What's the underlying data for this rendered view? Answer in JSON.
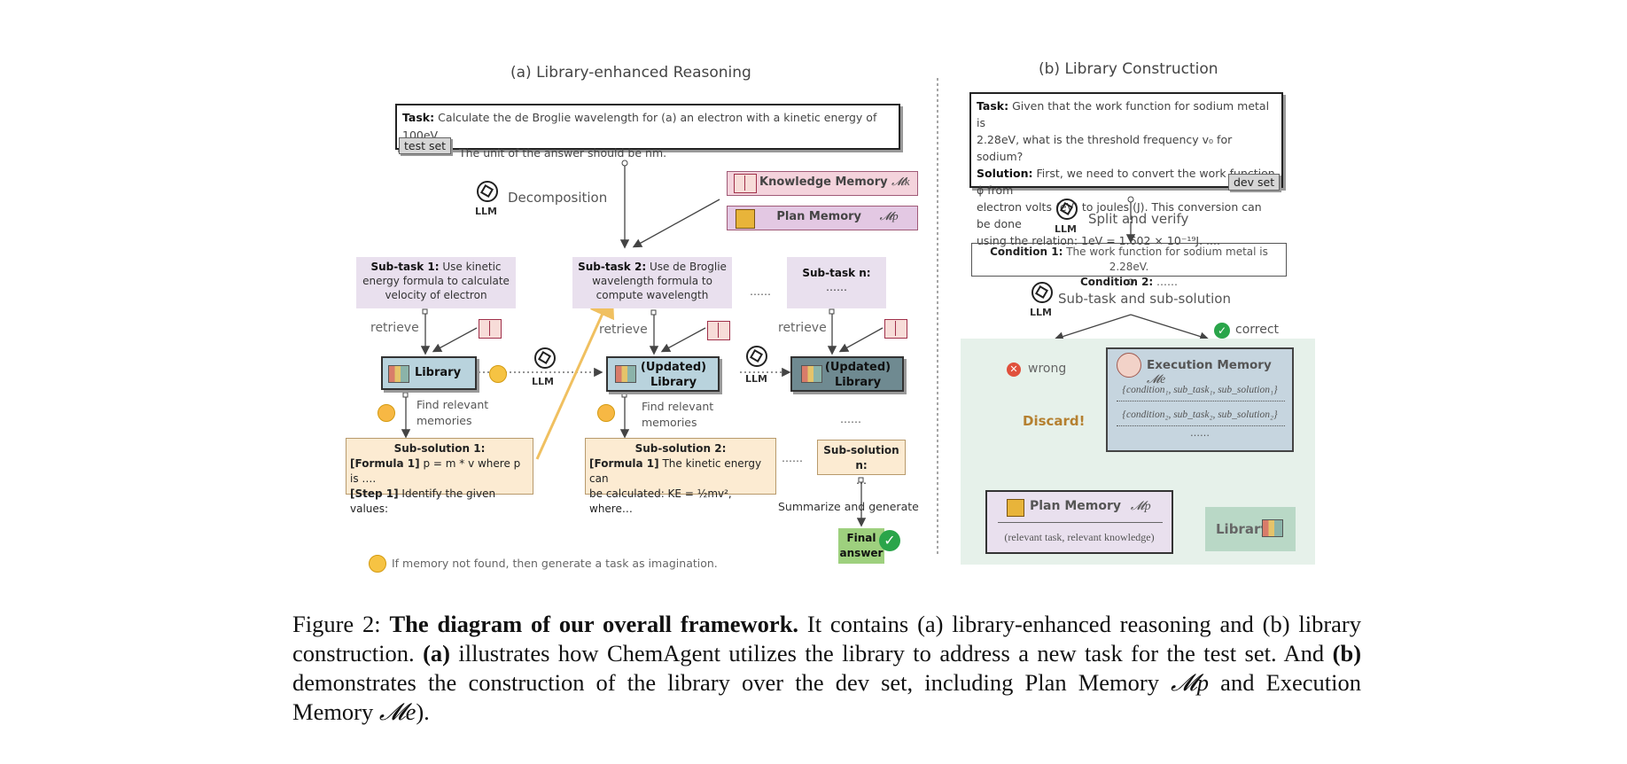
{
  "panel_a": {
    "title": "(a) Library-enhanced Reasoning",
    "task_label": "Task:",
    "task_text_1": "Calculate the de Broglie wavelength for (a) an electron with a kinetic energy of 100eV.",
    "task_text_2": "The unit of the answer should be nm.",
    "test_set_tag": "test set",
    "decomposition": "Decomposition",
    "llm": "LLM",
    "knowledge_memory": "Knowledge Memory",
    "knowledge_memory_sym": "𝓜k",
    "plan_memory": "Plan Memory",
    "plan_memory_sym": "𝓜p",
    "subtask1_label": "Sub-task 1:",
    "subtask1_text": "Use kinetic energy formula to calculate velocity of electron",
    "subtask2_label": "Sub-task 2:",
    "subtask2_text": "Use de Broglie wavelength formula to compute wavelength",
    "subtaskn_label": "Sub-task n:",
    "subtaskn_text": "……",
    "dots": "……",
    "retrieve": "retrieve",
    "library": "Library",
    "updated": "(Updated)",
    "find_relevant_1": "Find relevant",
    "find_relevant_2": "memories",
    "subsol1_label": "Sub-solution 1:",
    "subsol1_line1_tag": "[Formula 1]",
    "subsol1_line1": " p = m * v where p is ….",
    "subsol1_line2_tag": "[Step 1]",
    "subsol1_line2": " Identify the given values:",
    "subsol2_label": "Sub-solution 2:",
    "subsol2_line1_tag": "[Formula 1]",
    "subsol2_line1": " The kinetic energy can",
    "subsol2_line2": "be calculated: KE = ½mv², where…",
    "subsoln_label": "Sub-solution n:",
    "subsoln_text": "…",
    "summarize": "Summarize and generate",
    "final_answer_1": "Final",
    "final_answer_2": "answer",
    "footnote": "If memory not found, then generate a task as imagination."
  },
  "panel_b": {
    "title": "(b) Library Construction",
    "task_label": "Task:",
    "task_text_1": "Given that the work function for sodium metal is",
    "task_text_2": "2.28eV, what is the threshold frequency v₀ for sodium?",
    "solution_label": "Solution:",
    "solution_text_1": "First, we need to convert the work function ϕ from",
    "solution_text_2": "electron volts (eV) to joules (J). This conversion can be done",
    "solution_text_3": "using the relation: 1eV = 1.602 × 10⁻¹⁹J. ....",
    "dev_set_tag": "dev set",
    "split_verify": "Split and verify",
    "llm": "LLM",
    "condition1_label": "Condition 1:",
    "condition1_text": "The work function for sodium metal is 2.28eV.",
    "condition2_label": "Condition 2:",
    "condition2_text": "……",
    "subtask_subsolution": "Sub-task and sub-solution",
    "correct": "correct",
    "wrong": "wrong",
    "discard": "Discard!",
    "execution_memory": "Execution Memory",
    "execution_memory_sym": "𝓜e",
    "exec_row1": "{condition₁, sub_task₁, sub_solution₁}",
    "exec_row2": "{condition₂, sub_task₂, sub_solution₂}",
    "exec_dots": "……",
    "plan_memory": "Plan Memory",
    "plan_memory_sym": "𝓜p",
    "plan_row": "(relevant task, relevant knowledge)",
    "library": "Library"
  },
  "caption": {
    "prefix": "Figure 2: ",
    "bold_title": "The diagram of our overall framework.",
    "text1": " It contains (a) library-enhanced reasoning and (b) library construction. ",
    "bold_a": "(a)",
    "text2": " illustrates how ChemAgent utilizes the library to address a new task for the test set.  And ",
    "bold_b": "(b)",
    "text3": " demonstrates the construction of the library over the dev set, including Plan Memory ",
    "mp": "𝓜p",
    "text4": " and Execution Memory ",
    "me": "𝓜e",
    "text5": ")."
  },
  "colors": {
    "subtask_bg": "#e9e0ee",
    "subsolution_bg": "#fcebd2",
    "library_bg": "#b9d3dd",
    "knowledge_memory_bg": "#f4d3dc",
    "plan_memory_bg": "#e3c8e3",
    "green_panel": "#e6f1ea",
    "arrow_yellow": "#f0c060"
  }
}
